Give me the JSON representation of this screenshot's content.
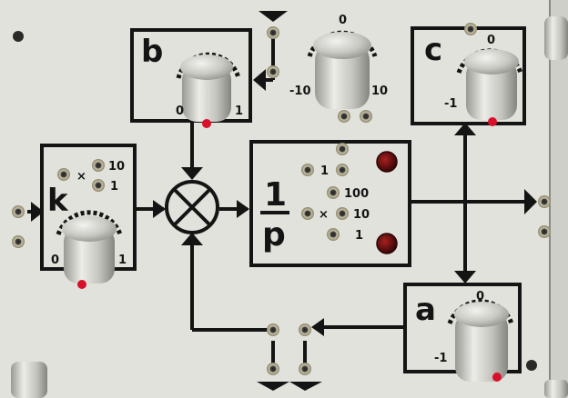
{
  "panel": {
    "block_k": {
      "letter": "k",
      "scale_min": "0",
      "scale_max": "1",
      "range_mult": "×",
      "range_10": "10",
      "range_1": "1"
    },
    "block_b": {
      "letter": "b",
      "scale_min": "0",
      "scale_max": "1"
    },
    "offset_knob": {
      "scale_top": "0",
      "scale_min": "-10",
      "scale_max": "10"
    },
    "block_c": {
      "letter": "c",
      "scale_top": "0",
      "scale_min": "-1"
    },
    "block_a": {
      "letter": "a",
      "scale_top": "0",
      "scale_min": "-1"
    },
    "integrator": {
      "numerator": "1",
      "denominator": "p",
      "opt_1": "1",
      "opt_100": "100",
      "mult": "×",
      "opt_10": "10",
      "opt_1b": "1"
    },
    "colors": {
      "panel": "#e2e2dc",
      "lines": "#141414",
      "knob": "#c8c8c4",
      "led": "#5a0b0b",
      "marker": "#d8102a"
    }
  }
}
